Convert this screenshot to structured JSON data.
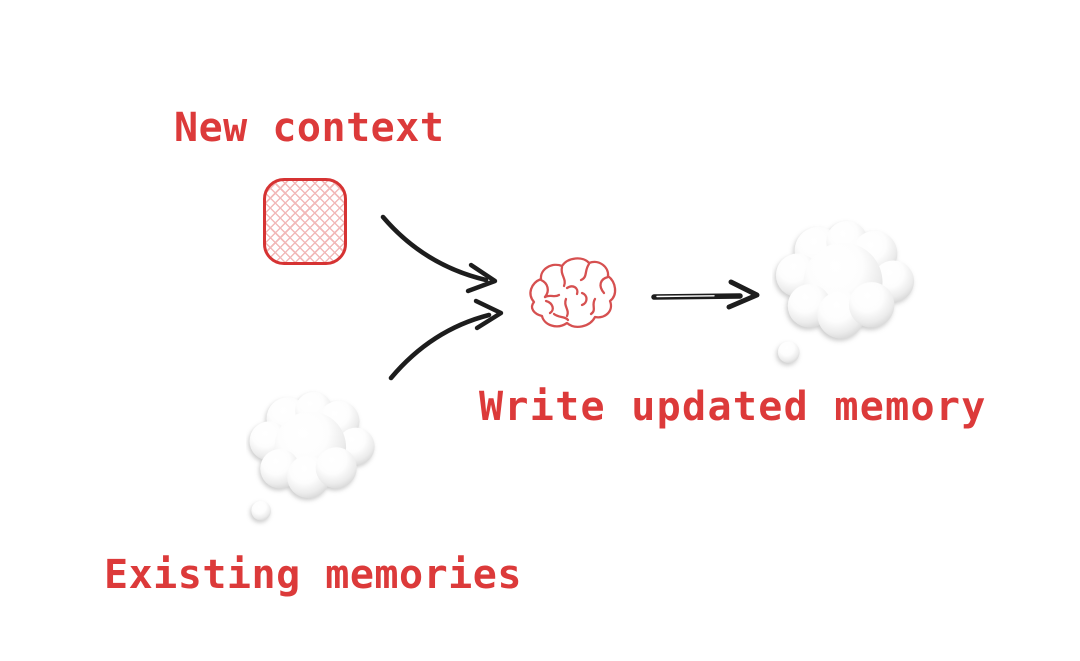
{
  "diagram": {
    "labels": {
      "new_context": "New context",
      "write_updated_memory": "Write updated memory",
      "existing_memories": "Existing memories"
    },
    "colors": {
      "background": "#ffffff",
      "label_red": "#dc3a3a",
      "box_border_red": "#d63333",
      "box_hatch_pink": "#f2b9b9",
      "brain_red": "#d65050",
      "arrow_black": "#1d1d1d",
      "cloud_white": "#ffffff",
      "cloud_shadow_gray": "#d2d2d2"
    },
    "icons": {
      "new_context_box": "crosshatch-rounded-square-icon",
      "merge_arrow_top": "curved-arrow-right-down-icon",
      "merge_arrow_bottom": "curved-arrow-right-up-icon",
      "processor": "brain-scribble-icon",
      "output_arrow": "straight-arrow-right-icon",
      "existing_memories_cloud": "thought-cloud-icon",
      "updated_memory_cloud": "thought-cloud-icon"
    }
  }
}
